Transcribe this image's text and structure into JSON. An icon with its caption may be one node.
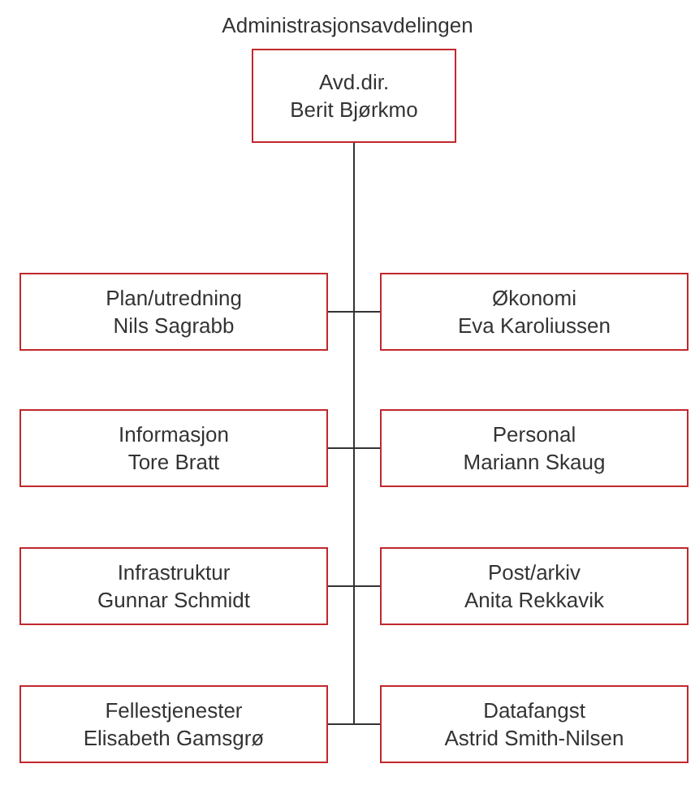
{
  "diagram": {
    "title": "Administrasjonsavdelingen",
    "nodes": [
      {
        "text": [
          "Avd.dir.",
          "Berit Bjørkmo"
        ]
      },
      {
        "text": [
          "Plan/utredning",
          "Nils Sagrabb"
        ]
      },
      {
        "text": [
          "Økonomi",
          "Eva Karoliussen"
        ]
      },
      {
        "text": [
          "Informasjon",
          "Tore Bratt"
        ]
      },
      {
        "text": [
          "Personal",
          "Mariann Skaug"
        ]
      },
      {
        "text": [
          "Infrastruktur",
          "Gunnar Schmidt"
        ]
      },
      {
        "text": [
          "Post/arkiv",
          "Anita Rekkavik"
        ]
      },
      {
        "text": [
          "Fellestjenester",
          "Elisabeth Gamsgrø"
        ]
      },
      {
        "text": [
          "Datafangst",
          "Astrid Smith-Nilsen"
        ]
      }
    ],
    "edges": [
      {
        "from": 0,
        "to": 1,
        "arrow": "none"
      },
      {
        "from": 0,
        "to": 2,
        "arrow": "none"
      },
      {
        "from": 0,
        "to": 3,
        "arrow": "none"
      },
      {
        "from": 0,
        "to": 4,
        "arrow": "none"
      },
      {
        "from": 0,
        "to": 5,
        "arrow": "none"
      },
      {
        "from": 0,
        "to": 6,
        "arrow": "none"
      },
      {
        "from": 0,
        "to": 7,
        "arrow": "none"
      },
      {
        "from": 0,
        "to": 8,
        "arrow": "none"
      }
    ]
  }
}
